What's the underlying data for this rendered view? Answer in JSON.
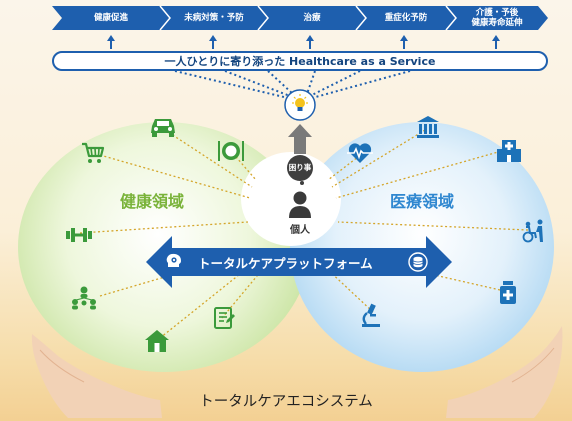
{
  "stages": [
    {
      "label": "健康促進"
    },
    {
      "label": "未病対策・予防"
    },
    {
      "label": "治療"
    },
    {
      "label": "重症化予防"
    },
    {
      "label": "介護・予後\n健康寿命延伸"
    }
  ],
  "tagline": "一人ひとりに寄り添った Healthcare as a Service",
  "left_domain": {
    "title": "健康領域",
    "icons": [
      "shopping-cart-icon",
      "car-icon",
      "dining-plate-icon",
      "dumbbell-icon",
      "community-network-icon",
      "house-icon",
      "checklist-notepad-icon"
    ]
  },
  "right_domain": {
    "title": "医療領域",
    "icons": [
      "government-building-icon",
      "heart-pulse-icon",
      "hospital-icon",
      "wheelchair-caregiver-icon",
      "medicine-bottle-icon",
      "microscope-icon"
    ]
  },
  "center": {
    "worry_label": "困り事",
    "person_label": "個人",
    "lightbulb_icon": "lightbulb-icon"
  },
  "platform": {
    "label": "トータルケアプラットフォーム",
    "icons": [
      "brain-gear-icon",
      "database-sync-icon"
    ]
  },
  "footer": "トータルケアエコシステム",
  "colors": {
    "banner_blue": "#1e5fae",
    "navy": "#14457f",
    "green_title": "#7ab33a",
    "blue_title": "#2f87d0",
    "left_icon_green": "#3b9a3b",
    "right_icon_blue": "#1d72b8",
    "dotted_gold": "#d4a52a"
  }
}
